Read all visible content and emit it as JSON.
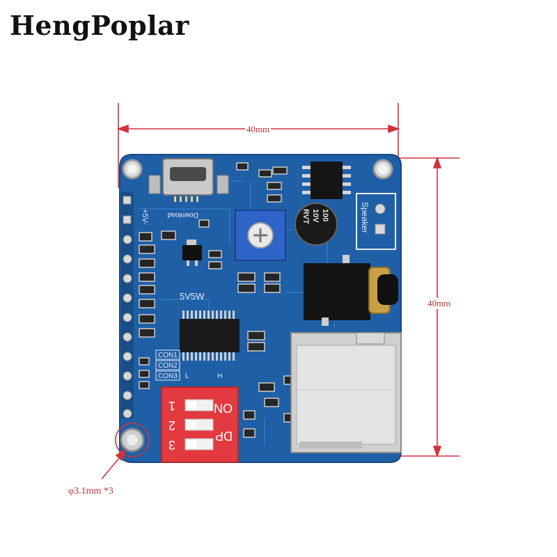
{
  "brand": {
    "name": "HengPoplar"
  },
  "dimensions": {
    "width_label": "40mm",
    "height_label": "40mm",
    "hole_label": "φ3.1mm *3"
  },
  "board_labels": {
    "pin_5v": "+5V-",
    "download": "Download",
    "power": "5V5W",
    "con1": "CON1",
    "con2": "CON2",
    "con3": "CON3",
    "switch_l": "L",
    "switch_h": "H",
    "switch_on": "ON",
    "switch_dp": "DP",
    "switch_1": "1",
    "switch_2": "2",
    "switch_3": "3",
    "cap_line1": "100",
    "cap_line2": "10V",
    "cap_line3": "RVT",
    "speaker": "Speaker"
  },
  "colors": {
    "pcb": "#1f5fa6",
    "pcb_light": "#2a73bd",
    "dimension_line": "#d2323c",
    "dip_switch": "#e23a3f",
    "gold": "#c9a046"
  }
}
